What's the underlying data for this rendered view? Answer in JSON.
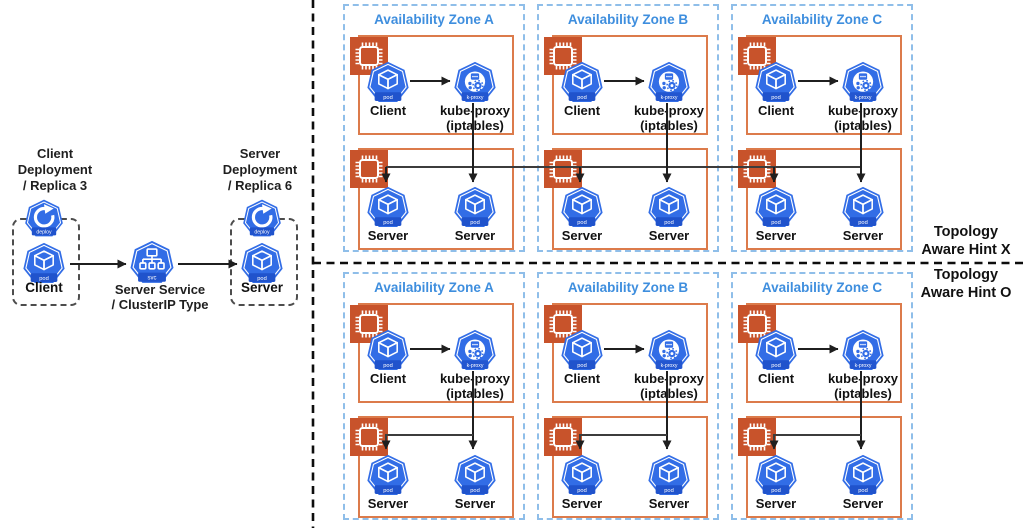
{
  "colors": {
    "k8s_blue": "#326DE6",
    "band_blue": "#2053CC",
    "node_border": "#DC7B4B",
    "cpu_fill": "#C8532B",
    "zone_border": "#8FBEE9",
    "zone_title_blue": "#3E8EDE",
    "line_black": "#1f1f1f"
  },
  "icons": {
    "pod": "pod",
    "deploy": "deploy",
    "svc": "svc",
    "kproxy": "k-proxy"
  },
  "left_panel": {
    "client_deployment_title": "Client\nDeployment\n/ Replica 3",
    "client_pod_label": "Client",
    "service_title": "Server Service\n/ ClusterIP Type",
    "server_deployment_title": "Server\nDeployment\n/ Replica 6",
    "server_pod_label": "Server"
  },
  "sections": [
    {
      "name": "Topology Aware Hint X",
      "side_label": "Topology\nAware Hint X",
      "zones": [
        {
          "title": "Availability Zone A",
          "client_label": "Client",
          "kproxy_label": "kube-proxy\n(iptables)",
          "servers": [
            "Server",
            "Server"
          ]
        },
        {
          "title": "Availability Zone B",
          "client_label": "Client",
          "kproxy_label": "kube-proxy\n(iptables)",
          "servers": [
            "Server",
            "Server"
          ]
        },
        {
          "title": "Availability Zone C",
          "client_label": "Client",
          "kproxy_label": "kube-proxy\n(iptables)",
          "servers": [
            "Server",
            "Server"
          ]
        }
      ]
    },
    {
      "name": "Topology Aware Hint O",
      "side_label": "Topology\nAware Hint O",
      "zones": [
        {
          "title": "Availability Zone A",
          "client_label": "Client",
          "kproxy_label": "kube-proxy\n(iptables)",
          "servers": [
            "Server",
            "Server"
          ]
        },
        {
          "title": "Availability Zone B",
          "client_label": "Client",
          "kproxy_label": "kube-proxy\n(iptables)",
          "servers": [
            "Server",
            "Server"
          ]
        },
        {
          "title": "Availability Zone C",
          "client_label": "Client",
          "kproxy_label": "kube-proxy\n(iptables)",
          "servers": [
            "Server",
            "Server"
          ]
        }
      ]
    }
  ]
}
